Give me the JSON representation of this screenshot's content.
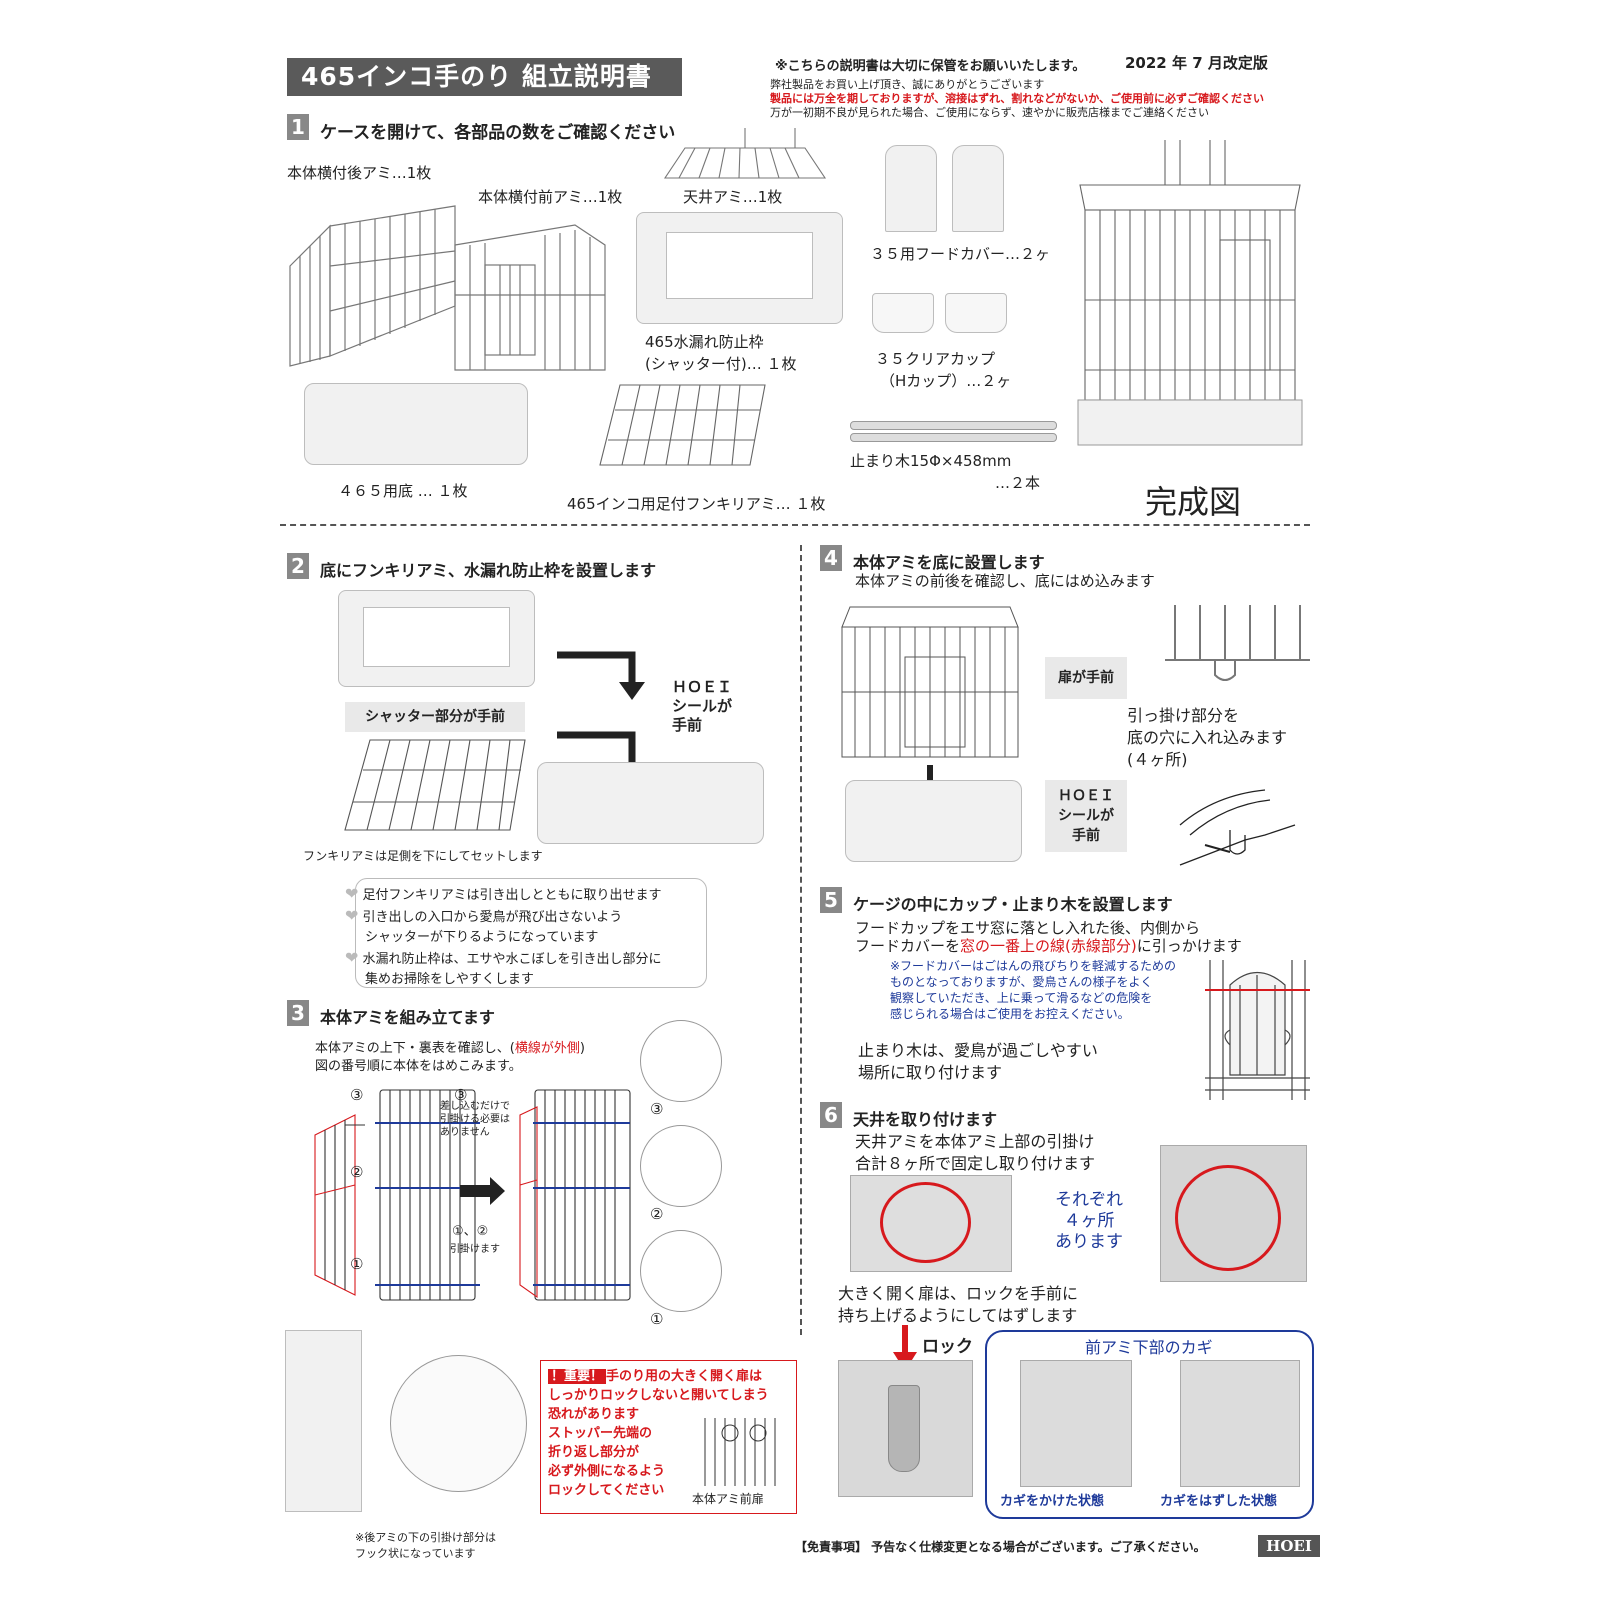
{
  "header": {
    "title": "465インコ手のり 組立説明書",
    "keep_notice": "※こちらの説明書は大切に保管をお願いいたします。",
    "revision": "2022 年 7 月改定版",
    "thanks": "弊社製品をお買い上げ頂き、誠にありがとうございます",
    "warning": "製品には万全を期しておりますが、溶接はずれ、割れなどがないか、ご使用前に必ずご確認ください",
    "contact": "万が一初期不良が見られた場合、ご使用にならず、速やかに販売店様までご連絡ください"
  },
  "step1": {
    "num": "1",
    "heading": "ケースを開けて、各部品の数をご確認ください",
    "parts": {
      "rear_net": "本体横付後アミ…1枚",
      "front_net": "本体横付前アミ…1枚",
      "roof_net": "天井アミ…1枚",
      "hood_cover": "３５用フードカバー…２ヶ",
      "frame_line1": "465水漏れ防止枠",
      "frame_line2": "(シャッター付)… １枚",
      "cup_line1": "３５クリアカップ",
      "cup_line2": "（Hカップ）…２ヶ",
      "base": "４６５用底 … １枚",
      "perch_line1": "止まり木15Φ×458mm",
      "perch_line2": "…２本",
      "floor_net": "465インコ用足付フンキリアミ… １枚"
    },
    "complete": "完成図"
  },
  "step2": {
    "num": "2",
    "heading": "底にフンキリアミ、水漏れ防止枠を設置します",
    "shutter_label": "シャッター部分が手前",
    "hoei_label": [
      "ＨＯＥＩ",
      "シールが",
      "手前"
    ],
    "floor_note": "フンキリアミは足側を下にしてセットします",
    "notes": [
      "足付フンキリアミは引き出しとともに取り出せます",
      "引き出しの入口から愛鳥が飛び出さないよう",
      "シャッターが下りるようになっています",
      "水漏れ防止枠は、エサや水こぼしを引き出し部分に",
      "集めお掃除をしやすくします"
    ]
  },
  "step3": {
    "num": "3",
    "heading": "本体アミを組み立てます",
    "desc1a": "本体アミの上下・裏表を確認し、(",
    "desc1red": "横線が外側",
    "desc1b": ")",
    "desc2": "図の番号順に本体をはめこみます。",
    "m3": "③",
    "m2": "②",
    "m1": "①",
    "note3": [
      "差し込むだけで",
      "引掛ける必要は",
      "ありません"
    ],
    "note12a": "①、②",
    "note12b": "引掛けます",
    "hook_note": [
      "※後アミの下の引掛け部分は",
      "フック状になっています"
    ],
    "important": {
      "tag": "！重要！",
      "line1": "手のり用の大きく開く扉は",
      "line2": "しっかりロックしないと開いてしまう",
      "line3": "恐れがあります",
      "line4": "ストッパー先端の",
      "line5": "折り返し部分が",
      "line6": "必ず外側になるよう",
      "line7": "ロックしてください",
      "door_label": "本体アミ前扉"
    }
  },
  "step4": {
    "num": "4",
    "heading": "本体アミを底に設置します",
    "desc": "本体アミの前後を確認し、底にはめ込みます",
    "door_front": "扉が手前",
    "hook_desc": [
      "引っ掛け部分を",
      "底の穴に入れ込みます",
      "(４ヶ所)"
    ],
    "hoei_label": [
      "ＨＯＥＩ",
      "シールが",
      "手前"
    ]
  },
  "step5": {
    "num": "5",
    "heading": "ケージの中にカップ・止まり木を設置します",
    "desc1": "フードカップをエサ窓に落とし入れた後、内側から",
    "desc2a": "フードカバーを",
    "desc2red": "窓の一番上の線(赤線部分)",
    "desc2b": "に引っかけます",
    "cover_note": [
      "※フードカバーはごはんの飛びちりを軽減するための",
      "ものとなっておりますが、愛鳥さんの様子をよく",
      "観察していただき、上に乗って滑るなどの危険を",
      "感じられる場合はご使用をお控えください。"
    ],
    "perch1": "止まり木は、愛鳥が過ごしやすい",
    "perch2": "場所に取り付けます"
  },
  "step6": {
    "num": "6",
    "heading": "天井を取り付けます",
    "desc1": "天井アミを本体アミ上部の引掛け",
    "desc2": "合計８ヶ所で固定し取り付けます",
    "each": [
      "それぞれ",
      "４ヶ所",
      "あります"
    ],
    "door1": "大きく開く扉は、ロックを手前に",
    "door2": "持ち上げるようにしてはずします",
    "lock": "ロック",
    "hook_box_title": "前アミ下部のカギ",
    "hooked": "カギをかけた状態",
    "unhooked": "カギをはずした状態"
  },
  "footer": {
    "disclaimer": "【免責事項】 予告なく仕様変更となる場合がございます。ご了承ください。",
    "brand": "HOEI"
  },
  "colors": {
    "title_bg": "#5a5a5a",
    "accent_red": "#d7191d",
    "accent_blue": "#1e3a9a"
  }
}
